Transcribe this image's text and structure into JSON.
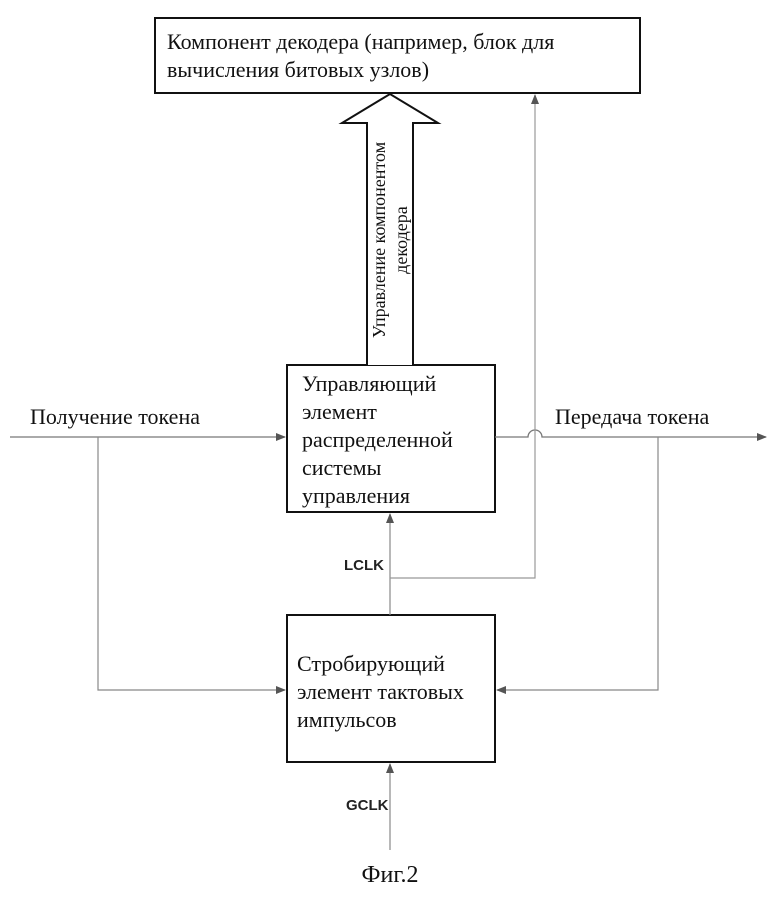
{
  "blocks": {
    "decoder_component": {
      "line1": "Компонент декодера (например, блок для",
      "line2": "вычисления битовых узлов)"
    },
    "control_element": {
      "line1": "Управляющий",
      "line2": "элемент",
      "line3": "распределенной",
      "line4": "системы",
      "line5": "управления"
    },
    "clock_gating": {
      "line1": "Стробирующий",
      "line2": "элемент тактовых",
      "line3": "импульсов"
    }
  },
  "labels": {
    "token_receive": "Получение токена",
    "token_transmit": "Передача токена",
    "lclk": "LCLK",
    "gclk": "GCLK",
    "decoder_control_line1": "Управление компонентом",
    "decoder_control_line2": "декодера"
  },
  "caption": "Фиг.2"
}
